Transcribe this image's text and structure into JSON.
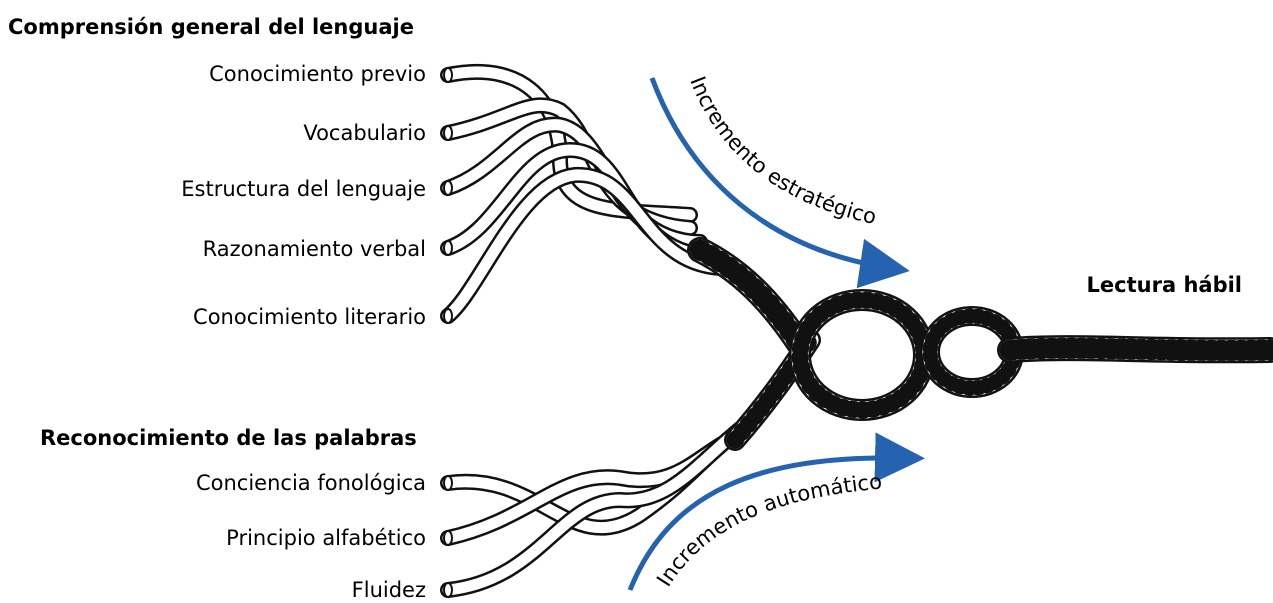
{
  "groups": {
    "language": {
      "heading": "Comprensión general del lenguaje",
      "items": [
        "Conocimiento previo",
        "Vocabulario",
        "Estructura del lenguaje",
        "Razonamiento verbal",
        "Conocimiento literario"
      ]
    },
    "word": {
      "heading": "Reconocimiento de las palabras",
      "items": [
        "Conciencia fonológica",
        "Principio alfabético",
        "Fluidez"
      ]
    }
  },
  "arrows": {
    "strategic": "Incremento estratégico",
    "automatic": "Incremento automático"
  },
  "result": "Lectura hábil",
  "colors": {
    "arrow": "#2563b0",
    "rope_stroke": "#111111",
    "rope_fill": "#ffffff"
  }
}
